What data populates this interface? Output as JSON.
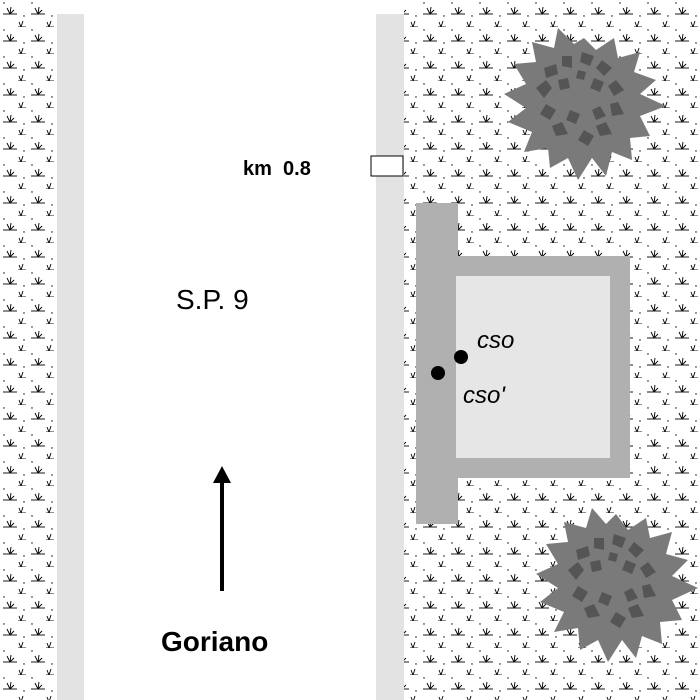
{
  "map": {
    "road_name": "S.P. 9",
    "kilometer_marker": "km  0.8",
    "destination": "Goriano",
    "stations": [
      {
        "label": "cso"
      },
      {
        "label": "cso'"
      }
    ]
  },
  "colors": {
    "road_edge": "#e3e3e3",
    "building_outer": "#b0b0b0",
    "building_inner": "#e6e6e6",
    "tree_outer": "#7a7a7a",
    "tree_inner": "#555555",
    "vegetation_symbol": "#000000"
  },
  "icons": {
    "arrow": "north-arrow-icon",
    "tree": "tree-icon",
    "vegetation": "grass-pattern-icon",
    "marker": "km-marker-icon"
  }
}
